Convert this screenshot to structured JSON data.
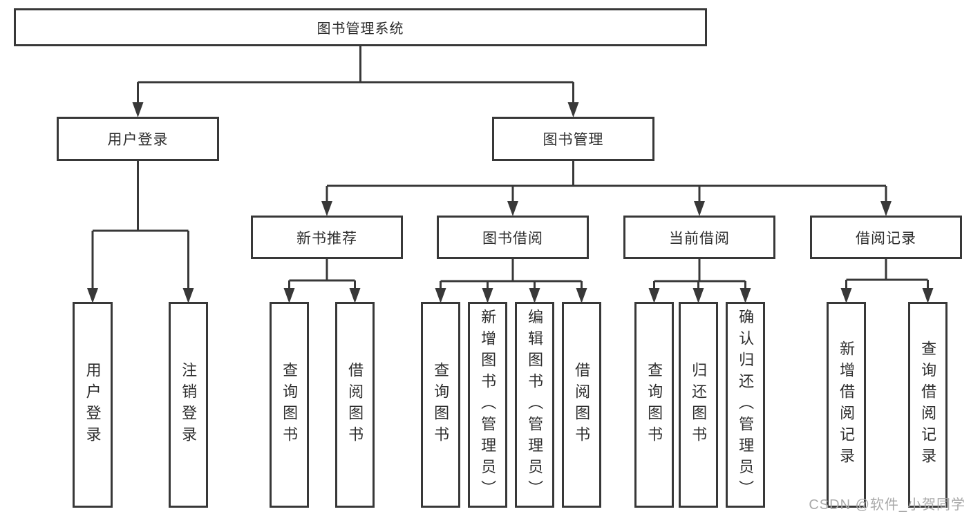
{
  "tree": {
    "root": {
      "label": "图书管理系统",
      "children": [
        {
          "label": "用户登录",
          "children": [
            {
              "label": "用户登录"
            },
            {
              "label": "注销登录"
            }
          ]
        },
        {
          "label": "图书管理",
          "children": [
            {
              "label": "新书推荐",
              "children": [
                {
                  "label": "查询图书"
                },
                {
                  "label": "借阅图书"
                }
              ]
            },
            {
              "label": "图书借阅",
              "children": [
                {
                  "label": "查询图书"
                },
                {
                  "label": "新增图书（管理员）"
                },
                {
                  "label": "编辑图书（管理员）"
                },
                {
                  "label": "借阅图书"
                }
              ]
            },
            {
              "label": "当前借阅",
              "children": [
                {
                  "label": "查询图书"
                },
                {
                  "label": "归还图书"
                },
                {
                  "label": "确认归还（管理员）"
                }
              ]
            },
            {
              "label": "借阅记录",
              "children": [
                {
                  "label": "新增借阅记录"
                },
                {
                  "label": "查询借阅记录"
                }
              ]
            }
          ]
        }
      ]
    }
  },
  "watermark": {
    "text": "CSDN @软件_小贺同学"
  },
  "colors": {
    "line": "#383838",
    "node_border": "#383838",
    "text": "#2e2e2e",
    "watermark": "#a9a9a9",
    "background": "#ffffff"
  }
}
